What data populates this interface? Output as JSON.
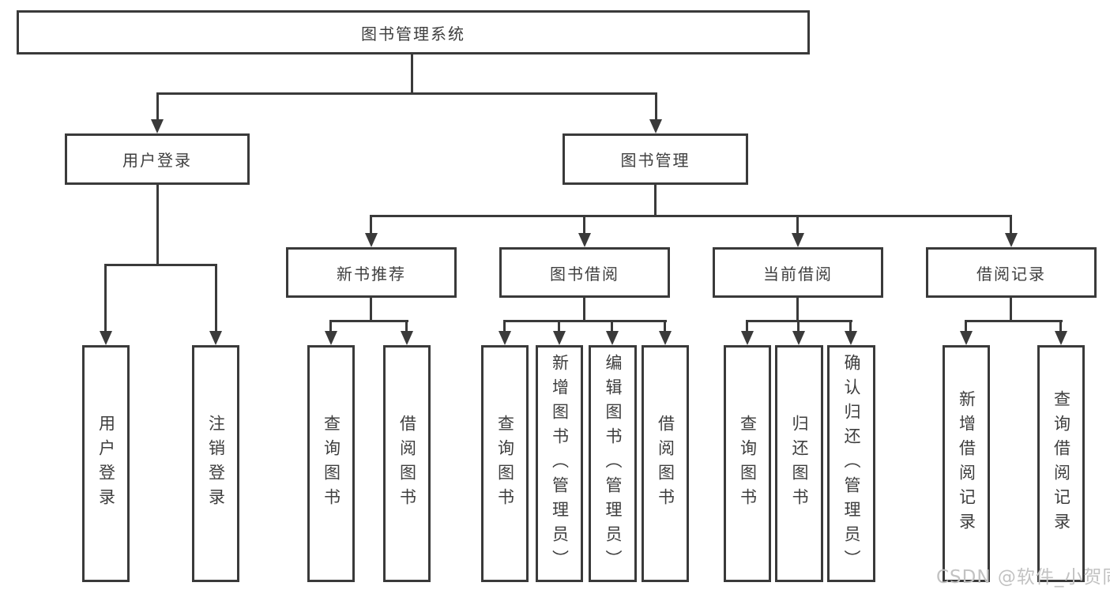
{
  "diagram": {
    "root": {
      "label": "图书管理系统",
      "children": [
        {
          "label": "用户登录",
          "children": [
            "用户登录",
            "注销登录"
          ]
        },
        {
          "label": "图书管理",
          "children": [
            {
              "label": "新书推荐",
              "children": [
                "查询图书",
                "借阅图书"
              ]
            },
            {
              "label": "图书借阅",
              "children": [
                "查询图书",
                "新增图书（管理员）",
                "编辑图书（管理员）",
                "借阅图书"
              ]
            },
            {
              "label": "当前借阅",
              "children": [
                "查询图书",
                "归还图书",
                "确认归还（管理员）"
              ]
            },
            {
              "label": "借阅记录",
              "children": [
                "新增借阅记录",
                "查询借阅记录"
              ]
            }
          ]
        }
      ]
    }
  },
  "watermark": {
    "text": "CSDN @软件_小贺同学"
  },
  "colors": {
    "line": "#3a3a3a",
    "text": "#3e3e3e",
    "background": "#ffffff",
    "watermark": "#c2c2c2"
  }
}
